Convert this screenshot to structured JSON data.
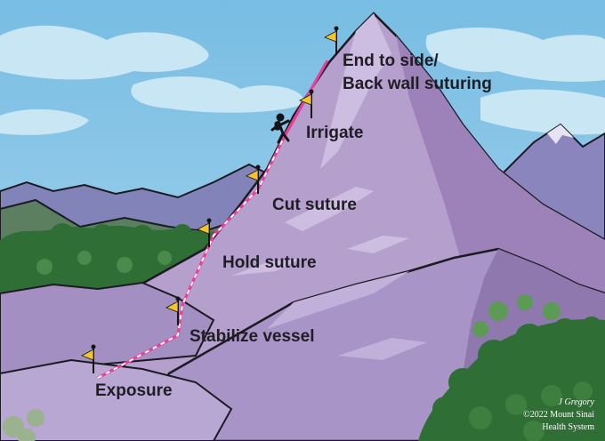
{
  "steps": [
    {
      "label": "Exposure"
    },
    {
      "label": "Stabilize vessel"
    },
    {
      "label": "Hold suture"
    },
    {
      "label": "Cut suture"
    },
    {
      "label": "Irrigate"
    },
    {
      "label_line1": "End to side/",
      "label_line2": "Back wall suturing"
    }
  ],
  "credit": {
    "artist": "J Gregory",
    "copyright": "©2022 Mount Sinai",
    "org": "Health System"
  },
  "colors": {
    "sky": "#8fc9e8",
    "cloud": "#c6e4f3",
    "mountain_main": "#b39bcb",
    "mountain_shadow": "#9b82b8",
    "mountain_far": "#7e7fb0",
    "forest": "#2f6e34",
    "flag": "#f2c62a",
    "trail": "#e8409a",
    "trail_dash": "#ffffff"
  }
}
